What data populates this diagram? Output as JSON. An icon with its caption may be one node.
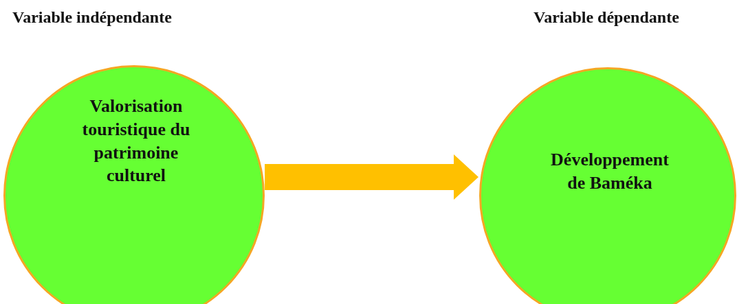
{
  "diagram": {
    "nodes": [
      {
        "text": [
          "Valorisation touristique du patrimoine culturel"
        ]
      },
      {
        "text": [
          "Développement de Baméka"
        ]
      }
    ],
    "edges": [
      {
        "from": 0,
        "to": 1,
        "arrow": "to"
      }
    ],
    "labels": [
      "Variable indépendante",
      "Variable dépendante"
    ]
  }
}
